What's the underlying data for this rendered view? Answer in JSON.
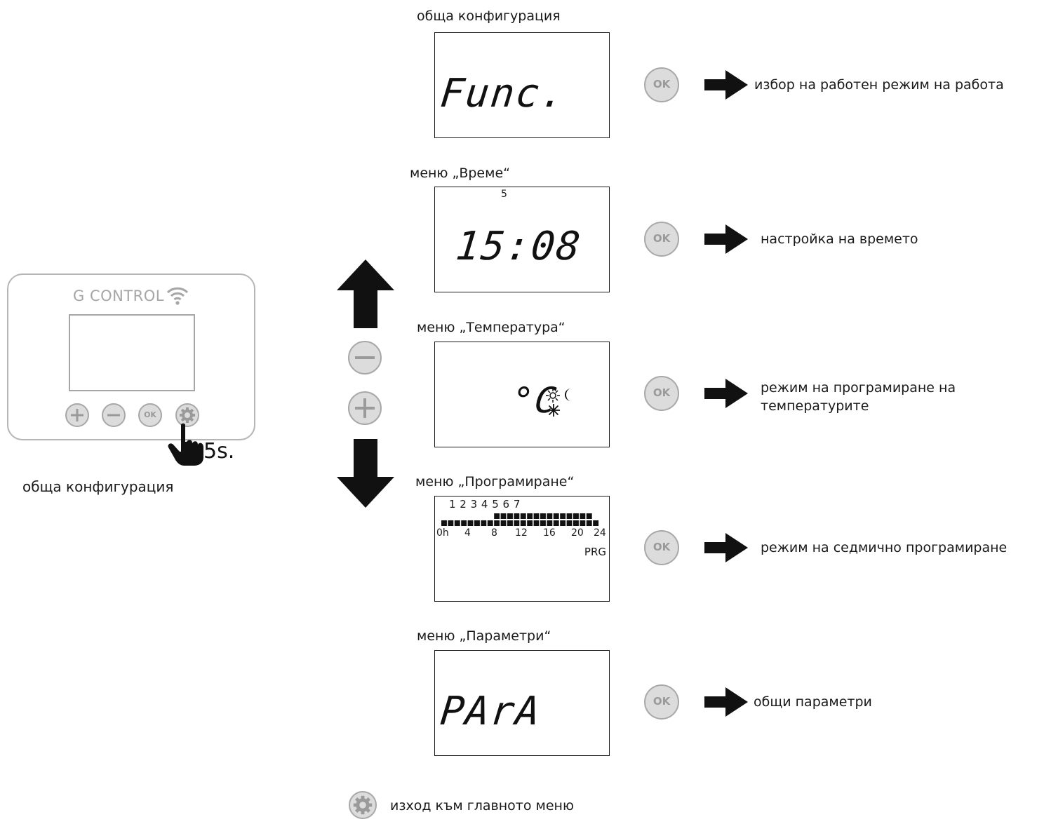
{
  "device": {
    "brand": "G CONTROL",
    "ok_label": "OK",
    "hold_label": "5s.",
    "caption": "обща конфигурация"
  },
  "menus": [
    {
      "title": "обща конфигурация",
      "display": "Func.",
      "description": "избор на работен режим на работа"
    },
    {
      "title": "меню „Време“",
      "display": "15:08",
      "day": "5",
      "description": "настройка на времето"
    },
    {
      "title": "меню „Температура“",
      "display": "°C",
      "description_line1": "режим на програмиране на",
      "description_line2": "температурите"
    },
    {
      "title": "меню „Програмиране“",
      "days": "1 2 3 4 5 6 7",
      "hours": [
        "0h",
        "4",
        "8",
        "12",
        "16",
        "20",
        "24"
      ],
      "prg": "PRG",
      "description": "режим на седмично програмиране"
    },
    {
      "title": "меню „Параметри“",
      "display": "PArA",
      "description": "общи параметри"
    }
  ],
  "ok_label": "OK",
  "footer": {
    "exit_text": "изход към главното меню"
  },
  "icons": [
    "up-arrow-icon",
    "down-arrow-icon",
    "minus-icon",
    "plus-icon",
    "gear-icon",
    "hand-pointer-icon",
    "wifi-icon",
    "sun-icon",
    "moon-icon",
    "snowflake-icon",
    "right-arrow-icon"
  ],
  "colors": {
    "button_fill": "#dcdcdc",
    "button_border": "#a8a8a8",
    "ink": "#1a1a1a"
  }
}
